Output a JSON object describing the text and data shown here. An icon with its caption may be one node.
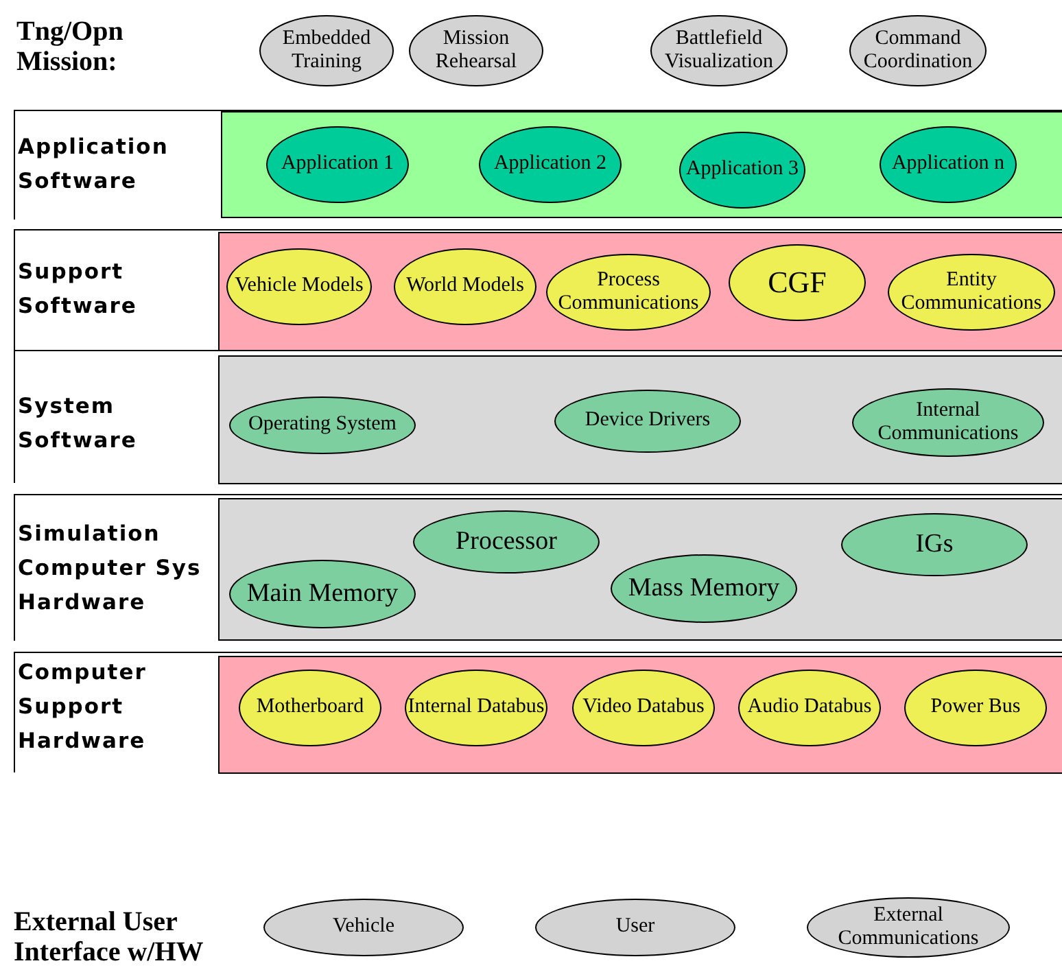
{
  "diagram": {
    "nodes": [
      {
        "text": [
          "Embedded Training"
        ]
      },
      {
        "text": [
          "Mission Rehearsal"
        ]
      },
      {
        "text": [
          "Battlefield Visualization"
        ]
      },
      {
        "text": [
          "Command Coordination"
        ]
      },
      {
        "text": [
          "Application Software"
        ]
      },
      {
        "text": [
          "Application 1"
        ],
        "in": 4
      },
      {
        "text": [
          "Application 2"
        ],
        "in": 4
      },
      {
        "text": [
          "Application 3"
        ],
        "in": 4
      },
      {
        "text": [
          "Application n"
        ],
        "in": 4
      },
      {
        "text": [
          "Support Software"
        ]
      },
      {
        "text": [
          "Vehicle Models"
        ],
        "in": 9
      },
      {
        "text": [
          "World Models"
        ],
        "in": 9
      },
      {
        "text": [
          "Process Communications"
        ],
        "in": 9
      },
      {
        "text": [
          "CGF"
        ],
        "in": 9
      },
      {
        "text": [
          "Entity Communications"
        ],
        "in": 9
      },
      {
        "text": [
          "System Software"
        ]
      },
      {
        "text": [
          "Operating System"
        ],
        "in": 15
      },
      {
        "text": [
          "Device Drivers"
        ],
        "in": 15
      },
      {
        "text": [
          "Internal Communications"
        ],
        "in": 15
      },
      {
        "text": [
          "Simulation Computer Sys Hardware"
        ]
      },
      {
        "text": [
          "Main Memory"
        ],
        "in": 19
      },
      {
        "text": [
          "Processor"
        ],
        "in": 19
      },
      {
        "text": [
          "Mass Memory"
        ],
        "in": 19
      },
      {
        "text": [
          "IGs"
        ],
        "in": 19
      },
      {
        "text": [
          "Computer Support Hardware"
        ]
      },
      {
        "text": [
          "Motherboard"
        ],
        "in": 24
      },
      {
        "text": [
          "Internal Databus"
        ],
        "in": 24
      },
      {
        "text": [
          "Video Databus"
        ],
        "in": 24
      },
      {
        "text": [
          "Audio Databus"
        ],
        "in": 24
      },
      {
        "text": [
          "Power Bus"
        ],
        "in": 24
      },
      {
        "text": [
          "Vehicle"
        ]
      },
      {
        "text": [
          "User"
        ]
      },
      {
        "text": [
          "External Communications"
        ]
      }
    ],
    "labels": [
      "Tng/Opn Mission:",
      "External User Interface w/HW"
    ]
  }
}
